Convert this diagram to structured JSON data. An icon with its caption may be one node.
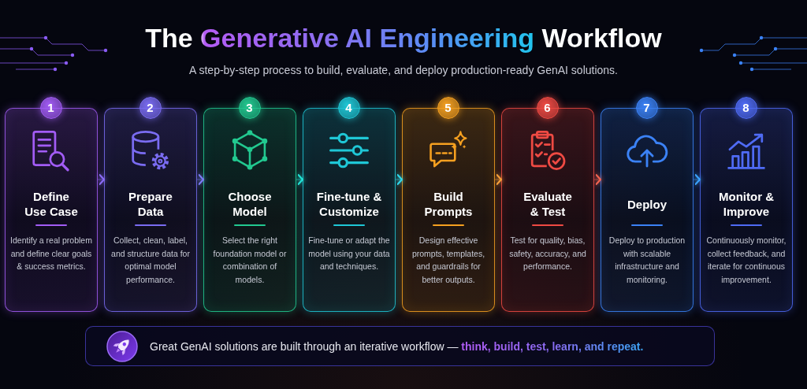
{
  "diagram": {
    "title": "The Generative AI Engineering Workflow",
    "nodes": [
      {
        "text": [
          "1",
          "Define Use Case",
          "Identify a real problem and define clear goals & success metrics."
        ]
      },
      {
        "text": [
          "2",
          "Prepare Data",
          "Collect, clean, label, and structure data for optimal model performance."
        ]
      },
      {
        "text": [
          "3",
          "Choose Model",
          "Select the right foundation model or combination of models."
        ]
      },
      {
        "text": [
          "4",
          "Fine-tune & Customize",
          "Fine-tune or adapt the model using your data and techniques."
        ]
      },
      {
        "text": [
          "5",
          "Build Prompts",
          "Design effective prompts, templates, and guardrails for better outputs."
        ]
      },
      {
        "text": [
          "6",
          "Evaluate & Test",
          "Test for quality, bias, safety, accuracy, and performance."
        ]
      },
      {
        "text": [
          "7",
          "Deploy",
          "Deploy to production with scalable infrastructure and monitoring."
        ]
      },
      {
        "text": [
          "8",
          "Monitor & Improve",
          "Continuously monitor, collect feedback, and iterate for continuous improvement."
        ]
      },
      {
        "text": [
          "Great GenAI solutions are built through an iterative workflow — **think, build, test, learn, and repeat.**"
        ]
      }
    ],
    "edges": [
      {
        "from": 0,
        "to": 1,
        "arrow": "to",
        "color": "#8b6cf6"
      },
      {
        "from": 1,
        "to": 2,
        "arrow": "to",
        "color": "#7b7df5"
      },
      {
        "from": 2,
        "to": 3,
        "arrow": "to",
        "color": "#22e3d6"
      },
      {
        "from": 3,
        "to": 4,
        "arrow": "to",
        "color": "#2fd9ec"
      },
      {
        "from": 4,
        "to": 5,
        "arrow": "to",
        "color": "#f5a03c"
      },
      {
        "from": 5,
        "to": 6,
        "arrow": "to",
        "color": "#f26552"
      },
      {
        "from": 6,
        "to": 7,
        "arrow": "to",
        "color": "#3ba4ff"
      }
    ],
    "labels": [
      "A step-by-step process to build, evaluate, and deploy production-ready GenAI solutions."
    ]
  }
}
